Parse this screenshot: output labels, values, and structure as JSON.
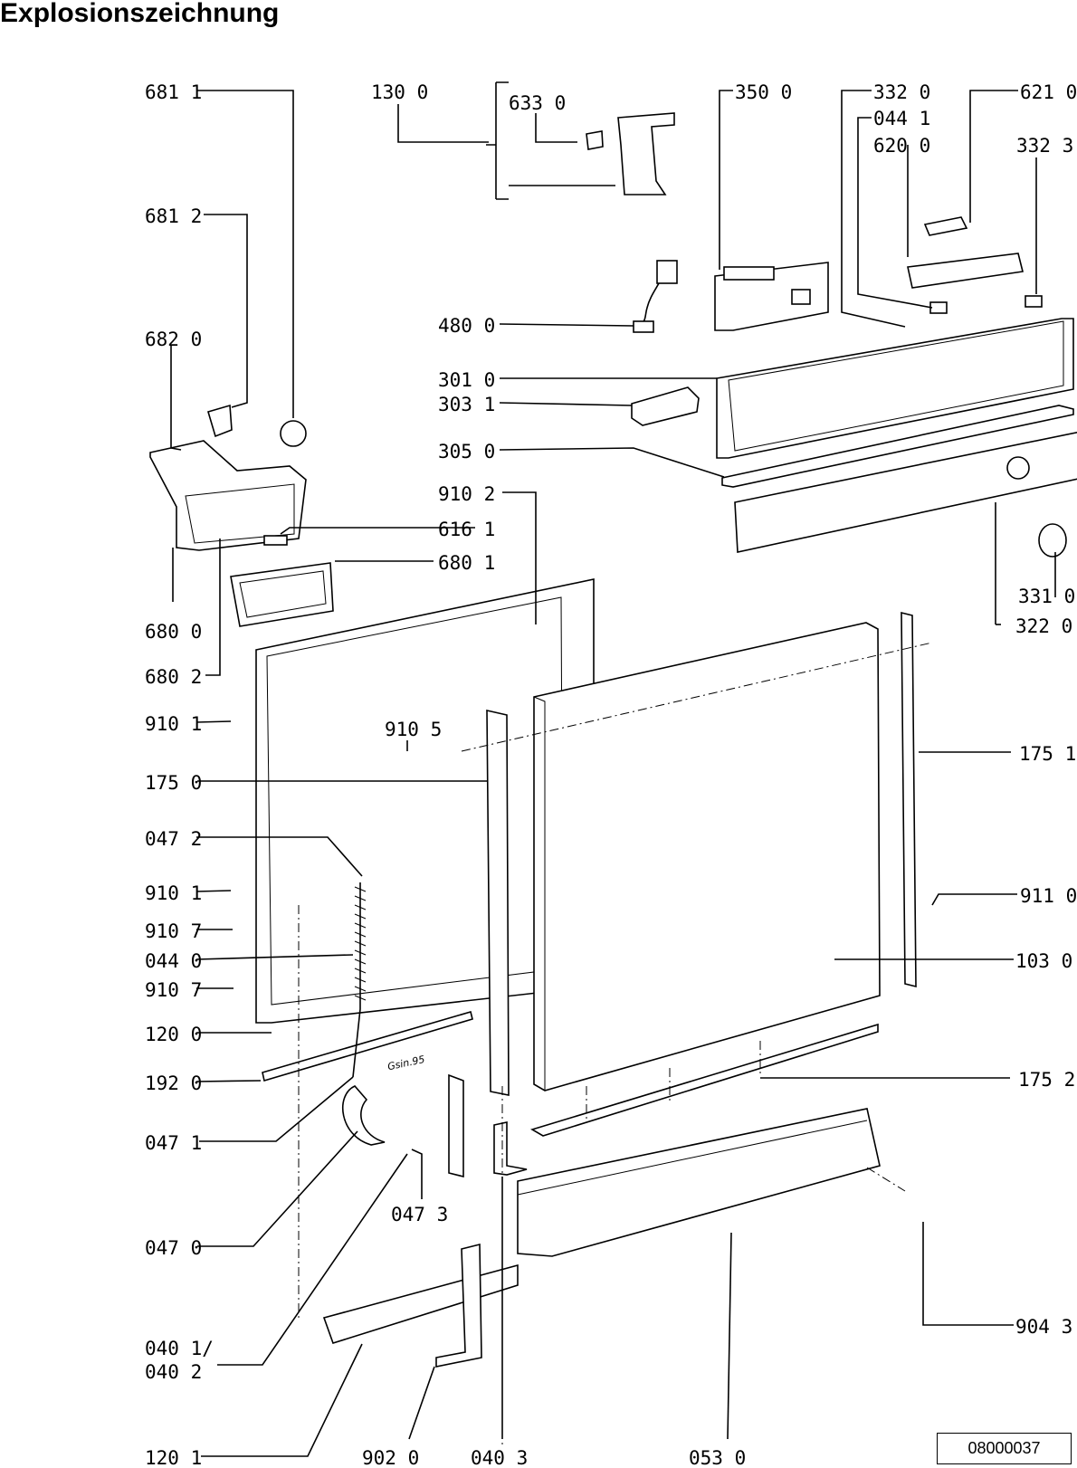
{
  "title": "Explosionszeichnung",
  "drawing_number": "08000037",
  "parts_labels": [
    "681 1",
    "130 0",
    "633 0",
    "350 0",
    "332 0",
    "621 0",
    "044 1",
    "620 0",
    "332 3",
    "681 2",
    "480 0",
    "682 0",
    "301 0",
    "303 1",
    "305 0",
    "910 2",
    "616 1",
    "680 1",
    "331 0",
    "680 0",
    "322 0",
    "680 2",
    "910 1",
    "910 5",
    "175 0",
    "175 1",
    "047 2",
    "910 1",
    "911 0",
    "910 7",
    "044 0",
    "103 0",
    "910 7",
    "120 0",
    "192 0",
    "175 2",
    "047 1",
    "047 3",
    "047 0",
    "904 3",
    "040 1/",
    "040 2",
    "120 1",
    "902 0",
    "040 3",
    "053 0"
  ],
  "part_stamp": "Gsin.95"
}
